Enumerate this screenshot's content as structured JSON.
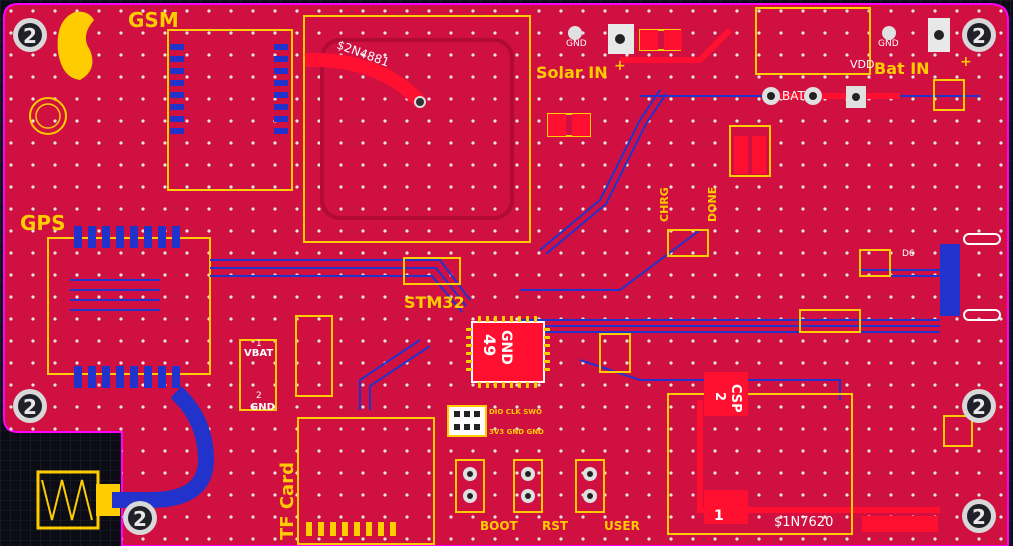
{
  "labels": {
    "gsm": "GSM",
    "gps": "GPS",
    "stm32": "STM32",
    "solar_in": "Solar IN",
    "bat_in": "Bat IN",
    "tf_card": "TF Card",
    "boot": "BOOT",
    "rst": "RST",
    "user": "USER",
    "gnd_chip": "GND",
    "num_49": "49",
    "csp": "CSP",
    "csp_2": "2",
    "net_2n4881": "$2N4881",
    "net_1n7620": "$1N7620",
    "vbat": "VBAT",
    "gnd": "GND",
    "bat": "BAT",
    "vdd": "VDD",
    "chrg": "CHRG",
    "done": "DONE",
    "d6": "D6",
    "swd_top": "DIO CLK SWO",
    "swd_bottom": "3V3 GND GND",
    "pad1": "1",
    "pad2": "2",
    "plus": "+"
  },
  "mounting_holes": [
    "2",
    "2",
    "2",
    "2",
    "2",
    "2"
  ],
  "colors": {
    "background": "#0c0c14",
    "grid": "#3a3a55",
    "board_copper": "#d01040",
    "board_copper_dark": "#b00a35",
    "top_trace": "#ff1030",
    "bottom_trace": "#2233cc",
    "silkscreen": "#ffcc00",
    "outline": "#ff00ff",
    "via": "#d8d8d8"
  }
}
